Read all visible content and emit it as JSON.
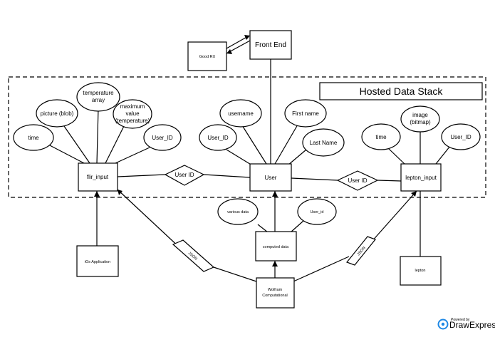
{
  "diagram": {
    "title": "Hosted Data Stack",
    "entities": {
      "front_end": "Front End",
      "good_rx": "Good RX",
      "flir_input": "flir_input",
      "user": "User",
      "lepton_input": "lepton_input",
      "computed_data": "computed data",
      "ios_application": "iOs Application",
      "wolfram_line1": "Wolfram",
      "wolfram_line2": "Computational",
      "lepton": "lepton"
    },
    "relations": {
      "user_id_left": "User ID",
      "user_id_right": "User ID",
      "json_left": "JSON",
      "json_right": "JSON"
    },
    "attributes": {
      "flir_time": "time",
      "flir_picture": "picture (blob)",
      "flir_temp_array_1": "temperature",
      "flir_temp_array_2": "array",
      "flir_max_1": "maximum",
      "flir_max_2": "value",
      "flir_max_3": "(temperature)",
      "flir_user_id": "User_ID",
      "user_username": "username",
      "user_first_name": "First name",
      "user_user_id": "User_ID",
      "user_last_name": "Last Name",
      "lepton_time": "time",
      "lepton_image_1": "image",
      "lepton_image_2": "(bitmap)",
      "lepton_user_id": "User_ID",
      "computed_various": "various data",
      "computed_user_id": "User_id"
    }
  },
  "branding": {
    "powered_by": "Powered by",
    "product": "DrawExpress",
    "accent_color": "#1e88e5"
  }
}
